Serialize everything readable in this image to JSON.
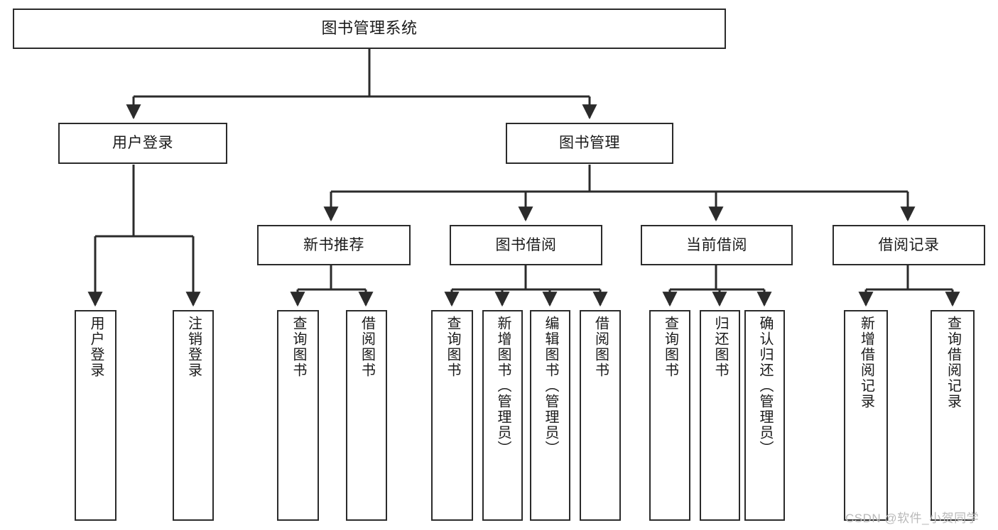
{
  "diagram": {
    "type": "hierarchy-tree",
    "title": "图书管理系统",
    "stroke_color": "#2b2b2b",
    "background_color": "#ffffff",
    "text_color": "#1a1a1a",
    "levels": 4,
    "nodes": {
      "root": {
        "label": "图书管理系统"
      },
      "level2": [
        {
          "label": "用户登录"
        },
        {
          "label": "图书管理"
        }
      ],
      "level3": [
        {
          "label": "新书推荐"
        },
        {
          "label": "图书借阅"
        },
        {
          "label": "当前借阅"
        },
        {
          "label": "借阅记录"
        }
      ],
      "leaves": {
        "user_login": [
          {
            "label": "用户登录"
          },
          {
            "label": "注销登录"
          }
        ],
        "new_book_recommend": [
          {
            "label": "查询图书"
          },
          {
            "label": "借阅图书"
          }
        ],
        "book_borrow": [
          {
            "label": "查询图书"
          },
          {
            "label": "新增图书（管理员）"
          },
          {
            "label": "编辑图书（管理员）"
          },
          {
            "label": "借阅图书"
          }
        ],
        "current_borrow": [
          {
            "label": "查询图书"
          },
          {
            "label": "归还图书"
          },
          {
            "label": "确认归还（管理员）"
          }
        ],
        "borrow_record": [
          {
            "label": "新增借阅记录"
          },
          {
            "label": "查询借阅记录"
          }
        ]
      }
    }
  },
  "watermark": {
    "text": "CSDN @软件_小贺同学"
  }
}
